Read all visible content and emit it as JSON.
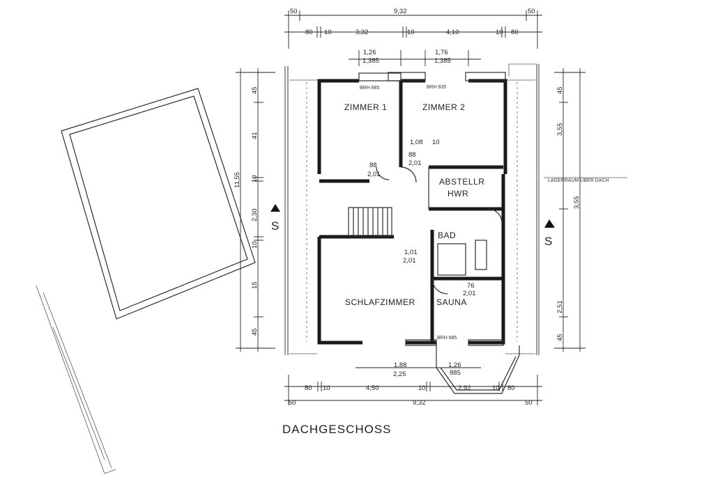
{
  "drawing": {
    "title": "DACHGESCHOSS",
    "rooms": {
      "zimmer1": "ZIMMER 1",
      "zimmer2": "ZIMMER 2",
      "abstell": "ABSTELLR",
      "hwr": "HWR",
      "bad": "BAD",
      "schlafzimmer": "SCHLAFZIMMER",
      "sauna": "SAUNA"
    },
    "section_marker": "S",
    "top_dims": {
      "overall": "9,32",
      "left_overhang": "50",
      "right_overhang": "50",
      "segments": [
        "80",
        "10",
        "3,32",
        "10",
        "4,10",
        "10",
        "80"
      ],
      "window1": [
        "1,26",
        "1,385"
      ],
      "window2": [
        "1,76",
        "1,385"
      ]
    },
    "bottom_dims": {
      "overall": "9,32",
      "left_overhang": "50",
      "right_overhang": "50",
      "segments": [
        "80",
        "10",
        "4,50",
        "10",
        "2,92",
        "10",
        "80"
      ],
      "window1": [
        "1,88",
        "2,25"
      ],
      "window2": [
        "1,26",
        "885"
      ]
    },
    "left_dims": {
      "overall": "11,55",
      "segments": [
        "45",
        "41",
        "10",
        "2,30",
        "10",
        "15",
        "45"
      ]
    },
    "right_dims": {
      "segments": [
        "45",
        "3,55",
        "3,55",
        "2,51",
        "45"
      ],
      "note": "LAGERRAUM ÜBER DACH"
    },
    "inner_labels": {
      "brh1": "BRH 885",
      "brh2": "BRH 835",
      "door_zimmer2": [
        "1,08",
        "10"
      ],
      "door_small": [
        "88",
        "2,01"
      ],
      "door_z1": [
        "88",
        "2,01"
      ],
      "door_bad": [
        "1,01",
        "2,01"
      ],
      "door_sauna": [
        "76",
        "2,01"
      ],
      "brh_bottom": "BRH 885"
    }
  }
}
